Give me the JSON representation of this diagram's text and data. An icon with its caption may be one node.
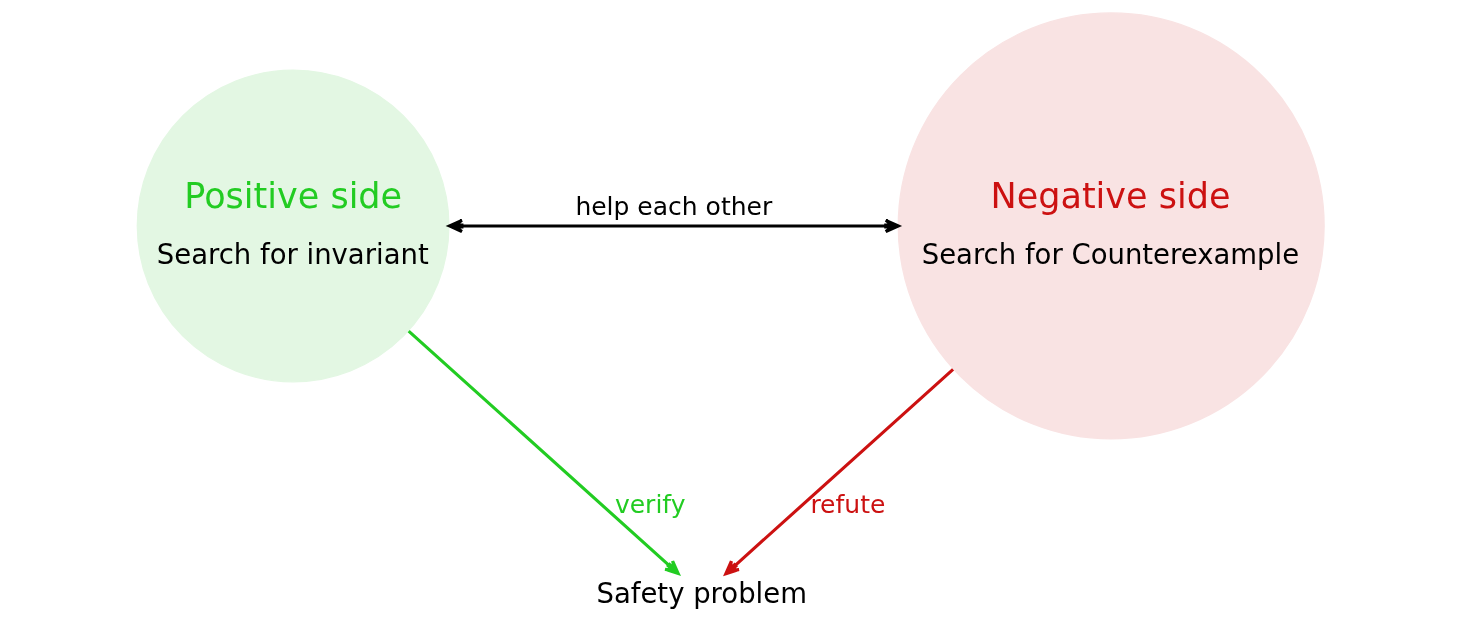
{
  "diagram": {
    "nodes": [
      {
        "text": [
          "Positive side",
          "Search for invariant"
        ]
      },
      {
        "text": [
          "Negative side",
          "Search for Counterexample"
        ]
      },
      {
        "text": [
          "Safety problem"
        ]
      }
    ],
    "edges": [
      {
        "from": 0,
        "to": 1,
        "arrow": "both",
        "label": "help each other",
        "color": "#000000"
      },
      {
        "from": 0,
        "to": 2,
        "arrow": "to",
        "label": "verify",
        "color": "#22cc22"
      },
      {
        "from": 1,
        "to": 2,
        "arrow": "to",
        "label": "refute",
        "color": "#cc1111"
      }
    ]
  }
}
